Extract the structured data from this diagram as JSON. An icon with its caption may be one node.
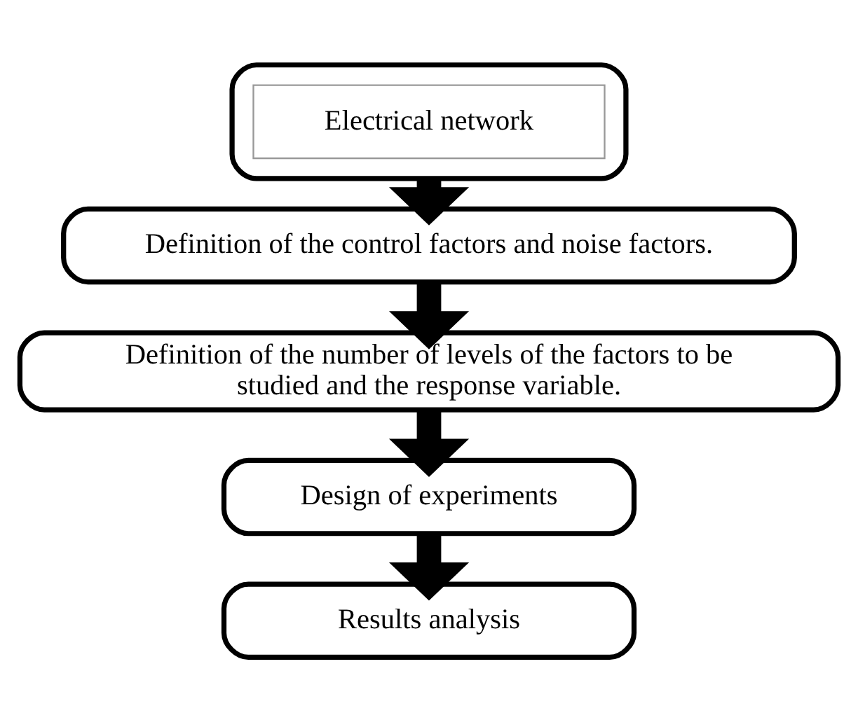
{
  "diagram": {
    "nodes": [
      {
        "text": [],
        "shape": "box"
      },
      {
        "text": [
          "Electrical network"
        ],
        "in": 0
      },
      {
        "text": [
          "Definition of the control factors and noise factors."
        ]
      },
      {
        "text": [
          "Definition of the number of levels of the factors to be studied and the response variable."
        ]
      },
      {
        "text": [
          "Design of experiments"
        ]
      },
      {
        "text": [
          "Results analysis"
        ]
      }
    ],
    "edges": [
      {
        "from": 0,
        "to": 2,
        "arrow": "to"
      },
      {
        "from": 2,
        "to": 3,
        "arrow": "to"
      },
      {
        "from": 3,
        "to": 4,
        "arrow": "to"
      },
      {
        "from": 4,
        "to": 5,
        "arrow": "to"
      }
    ]
  }
}
